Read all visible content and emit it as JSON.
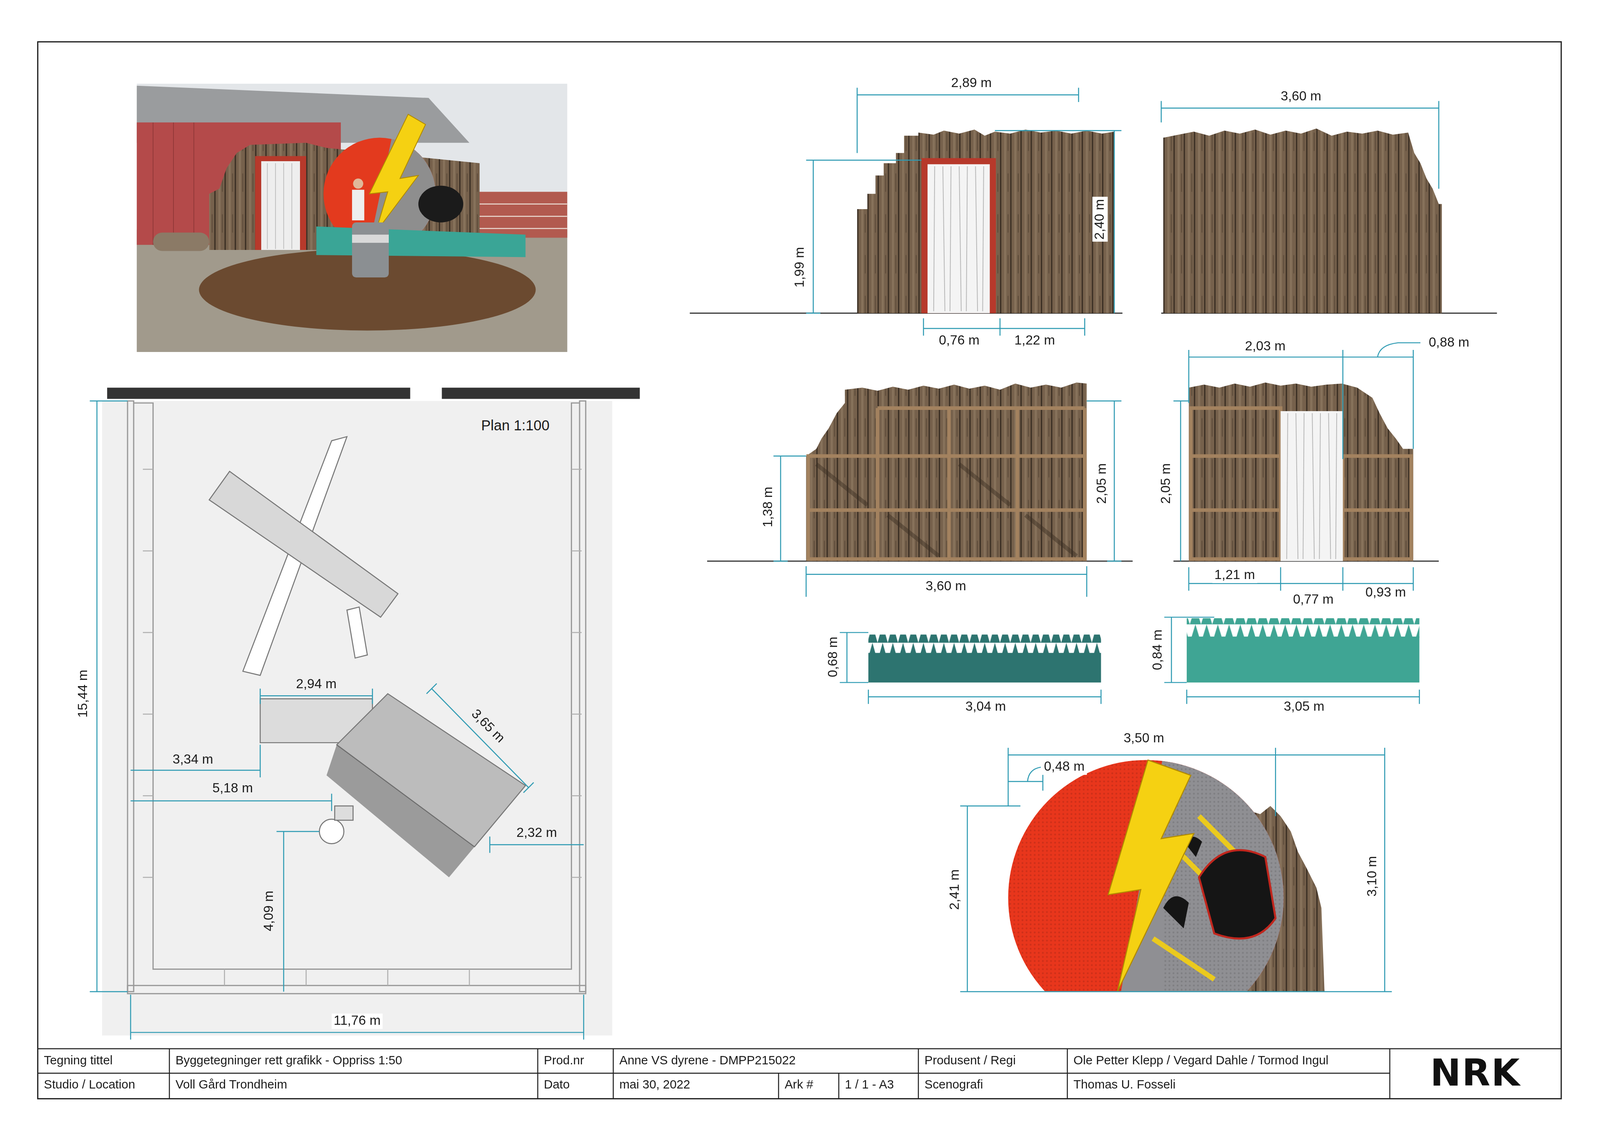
{
  "diagram": {
    "labels": [
      "2,89 m",
      "1,99 m",
      "2,40 m",
      "0,76 m",
      "1,22 m",
      "3,60 m",
      "1,38 m",
      "2,05 m",
      "3,60 m",
      "2,03 m",
      "0,88 m",
      "2,05 m",
      "1,21 m",
      "0,77 m",
      "0,93 m",
      "0,68 m",
      "3,04 m",
      "0,84 m",
      "3,05 m",
      "3,50 m",
      "0,48 m",
      "2,41 m",
      "3,10 m",
      "Plan 1:100",
      "15,44 m",
      "2,94 m",
      "3,65 m",
      "3,34 m",
      "5,18 m",
      "2,32 m",
      "4,09 m",
      "11,76 m",
      "Tegning tittel",
      "Byggetegninger rett grafikk - Oppriss 1:50",
      "Prod.nr",
      "Anne VS dyrene - DMPP215022",
      "Produsent / Regi",
      "Ole Petter Klepp / Vegard Dahle / Tormod Ingul",
      "Studio / Location",
      "Voll Gård Trondheim",
      "Dato",
      "mai 30, 2022",
      "Ark #",
      "1 / 1 - A3",
      "Scenografi",
      "Thomas U. Fosseli",
      "NRK"
    ]
  }
}
